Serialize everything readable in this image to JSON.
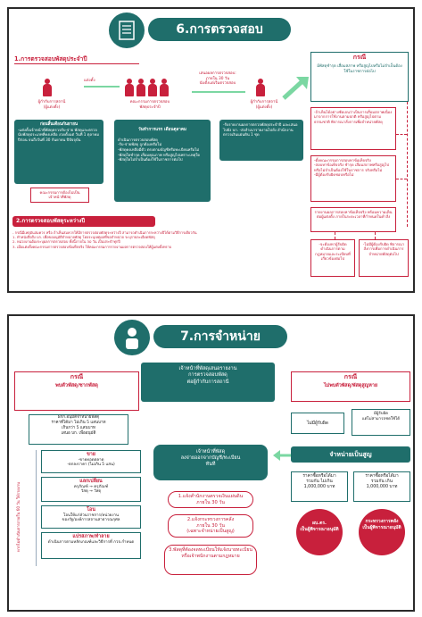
{
  "panel1": {
    "title": "6.การตรวจสอบ",
    "section1": "1.การตรวจสอบพัสดุประจำปี",
    "actor1": "ผู้กำกับการสถานี\n(ผู้แต่งตั้ง)",
    "arrow1": "แต่งตั้ง",
    "actor2": "คณะกรรมการตรวจสอบ\nพัสดุประจำปี",
    "arrow2": "เสนอผลการตรวจสอบ:\nภายใน 30 วัน\nนับตั้งแต่เริ่มตรวจสอบ",
    "actor3": "ผู้กำกับการสถานี\n(ผู้แต่งตั้ง)",
    "box1": {
      "head": "ก่อนสิ้นเดือนกันยายน",
      "body": "-แต่งตั้งเจ้าหน้าที่พัสดุตรวจรับ-จ่าย พัสดุและตรวจนับพัสดุประเภทที่คงเหลือ งวดตั้งแต่ วันที่ 1 ตุลาคมปีก่อน จนถึงวันที่ 30 กันยายน ปีปัจจุบัน"
    },
    "note1": "คณะกรรมการต้องไม่เป็น\nเจ้าหน้าที่พัสดุ",
    "box2": {
      "head": "วันทำการแรก เดือนตุลาคม",
      "body": "ดำเนินการตรวจสอบพัสดุ\n-รับ-จ่ายพัสดุ ถูกต้องหรือไม่\n-พัสดุคงเหลือมีตัว ตรงตามบัญชีหรือทะเบียนหรือไม่\n-พัสดุใดชำรุด เสื่อมคุณภาพ หรือสูญไปเพราะเหตุใด\n-พัสดุใดไม่จำเป็นต้องใช้ในราชการต่อไป"
    },
    "box3": "-รับรายงานผลการตรวจพัสดุประจำปี และเสนอไปยัง บก.\n-ส่งสำเนารายงานไปยัง สำนักงานตรวจเงินแผ่นดิน 1 ชุด",
    "case_title": "กรณี",
    "case1": "มีพัสดุชำรุด เสื่อมสภาพ หรือสูญไปหรือไม่จำเป็นต้องใช้ในราชการต่อไป",
    "case2": "-ถ้าเห็นได้อย่างชัดเจนว่าเป็นการเสื่อมสภาพเนื่องมาจากการใช้งานตามปกติ หรือสูญไปตามธรรมชาติ พิจารณาสั่งการเพื่อจำหน่ายพัสดุ",
    "case3": "-ตั้งคณะกรรมการสอบหาข้อเท็จจริง\n-สอบหาข้อเท็จจริง ชำรุด เสื่อมสภาพหรือสูญไป หรือไม่จำเป็นต้องใช้ในราชการ จริงหรือไม่\n-มีผู้ต้องรับผิดชอบหรือไม่",
    "case4": "รายงานผลการสอบหาข้อเท็จจริง พร้อมความเห็นต่อผู้แต่งตั้ง ภายในระยะเวลาที่กำหนดในคำสั่ง",
    "case5": "-จะต้องหาผู้รับผิดดำเนินการตามกฎหมายและระเบียบที่เกี่ยวข้องต่อไป",
    "case6": "-ไม่มีผู้ต้องรับผิด พิจารณาสั่งการเพื่อการดำเนินการจำหน่ายพัสดุต่อไป",
    "section2": "2.การตรวจสอบพัสดุระหว่างปี",
    "notes": "- กรณีมีเหตุอันสมควร หรือ ถ้าเห็นสมควรให้มีการตรวจสอบพัสดุระหว่างปี สามารถดำเนินการระหว่างปีได้ตามวิธีการเดียวกัน\n1. ทำหนังสือถึง บก. เพื่อขออนุมัติจำหน่ายพัสดุ โดยระบุเหตุผลที่ขอจำหน่าย ระบุรายละเอียดพัสดุ\n2. หน่วยงานต้องระบุผลการตรวจสอบ ทั้งนี้ภายใน 30 วัน เป็นประจำทุกปี\n3. เมื่อแต่งตั้งคณะกรรมการตรวจสอบข้อเท็จจริง ให้คณะกรรมการรายงานผลการตรวจสอบให้ผู้แต่งตั้งทราบ"
  },
  "panel2": {
    "title": "7.การจำหน่าย",
    "top_box": "เจ้าหน้าที่พัสดุเสนอรายงาน\nการตรวจสอบพัสดุ\nต่อผู้กำกับการสถานี",
    "left_case_title": "กรณี",
    "left_case": "พบตัวพัสดุ/ซากพัสดุ",
    "approve": "ผกก.อนุมัติจำหน่ายพัสดุ\nราคาที่ได้มา ไม่เกิน 5 แสนบาท\nเกินกว่า 5 แสนบาท\nเสนอ บก. เพื่ออนุมัติ",
    "right_case_title": "กรณี",
    "right_case": "ไม่พบตัวพัสดุ/พัสดุสูญหาย",
    "r_box1": "ไม่มีผู้รับผิด",
    "r_box2": "มีผู้รับผิด\nแต่ไม่สามารถชดใช้ได้",
    "writeoff": "จำหน่ายเป็นสูญ",
    "center_pill": "เจ้าหน้าที่พัสดุ\nลงจ่ายออกจากบัญชี/ทะเบียน\nทันที",
    "methods": [
      {
        "head": "ขาย",
        "body": "-ขายทอดตลาด\n-ตกลงราคา (ไม่เกิน 5 แสน)"
      },
      {
        "head": "แลกเปลี่ยน",
        "body": "ครุภัณฑ์ → ครุภัณฑ์\nวัสดุ → วัสดุ"
      },
      {
        "head": "โอน",
        "body": "โอนให้แก่ส่วนราชการ/หน่วยงาน\nของรัฐ/องค์การสถานสาธารณกุศล"
      },
      {
        "head": "แปรสภาพ/ทำลาย",
        "body": "ดำเนินการตามหลักเกณฑ์และวิธีการที่ กวจ.กำหนด"
      }
    ],
    "side_label": "หากไม่ดำเนินการภายใน 60 วัน ให้รายงาน",
    "steps": [
      "1.แจ้งสำนักงานตรวจเงินแผ่นดิน\nภายใน 30 วัน",
      "2.แจ้งกระทรวงการคลัง\nภายใน 30 วัน\n(เฉพาะจำหน่ายเป็นสูญ)",
      "3.พัสดุที่ต้องจดทะเบียนให้แจ้งนายทะเบียนหรือเจ้าพนักงานตามกฎหมาย"
    ],
    "price1": "ราคาซื้อหรือได้มา\nรวมกัน ไม่เกิน\n1,000,000 บาท",
    "price2": "ราคาซื้อหรือได้มา\nรวมกัน เกิน\n1,000,000 บาท",
    "auth1": "ผบ.ตร.\nเป็นผู้พิจารณาอนุมัติ",
    "auth2": "กระทรวงการคลัง\nเป็นผู้พิจารณาอนุมัติ"
  },
  "colors": {
    "teal": "#1f6e6b",
    "red": "#c8203c"
  }
}
